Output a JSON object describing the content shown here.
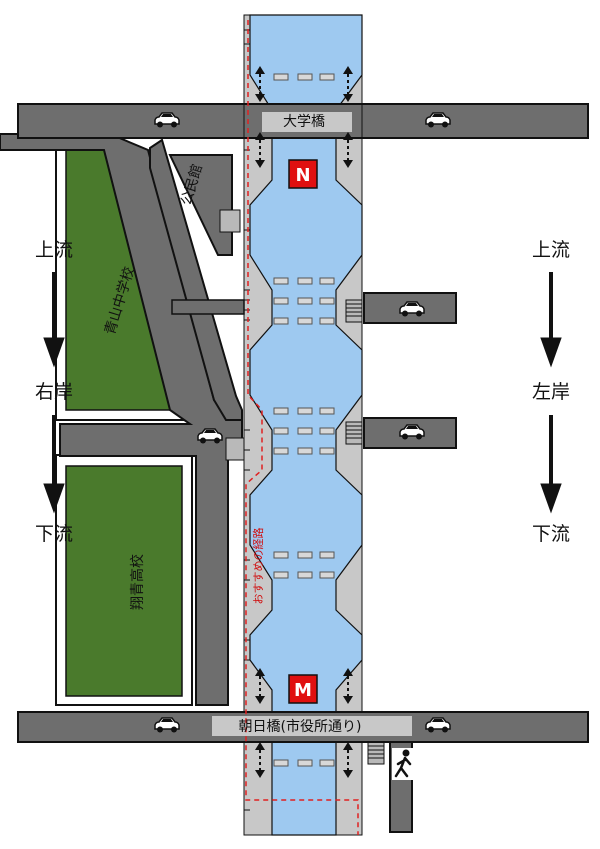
{
  "bridges": {
    "north": "大学橋",
    "south": "朝日橋(市役所通り)"
  },
  "markers": {
    "north": "N",
    "south": "M"
  },
  "buildings": {
    "community_hall": "公民館",
    "school_top": "青山中学校",
    "school_bottom": "翔青高校"
  },
  "route_label": "おすすめの経路",
  "left_bank": {
    "upstream": "上流",
    "bank": "右岸",
    "downstream": "下流"
  },
  "right_bank": {
    "upstream": "上流",
    "bank": "左岸",
    "downstream": "下流"
  },
  "colors": {
    "road": "#6e6e6e",
    "road_outline": "#1a1a1a",
    "river": "#9ec9f0",
    "riverbed": "#c8c8c8",
    "field": "#4a7a2c",
    "route": "#e02020",
    "marker": "#e01010"
  },
  "icons": [
    "car-icon",
    "pedestrian-icon",
    "arrow-down-icon",
    "double-arrow-icon"
  ]
}
